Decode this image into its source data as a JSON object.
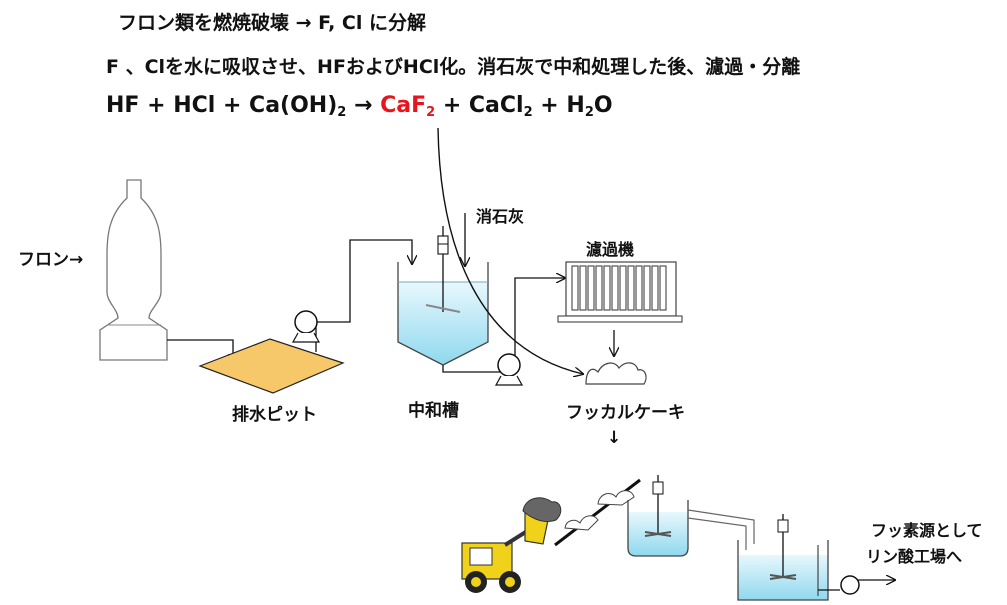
{
  "header": {
    "line1": "フロン類を燃焼破壊 → F, Cl  に分解",
    "line2": "F 、Clを水に吸収させ、HFおよびHCl化。消石灰で中和処理した後、濾過・分離",
    "eq": {
      "t1": "HF + HCl + Ca(OH)",
      "s1": "2",
      "t2": " → ",
      "p1": "CaF",
      "s2": "2",
      "t3": " + CaCl",
      "s3": "2",
      "t4": " + H",
      "s4": "2",
      "t5": "O"
    }
  },
  "labels": {
    "freon": "フロン→",
    "drain_pit": "排水ピット",
    "slaked_lime": "消石灰",
    "filter": "濾過機",
    "neutral_tank": "中和槽",
    "cake": "フッカルケーキ",
    "arrow_down": "↓",
    "dest1": "フッ素源として",
    "dest2": "リン酸工場へ"
  },
  "colors": {
    "highlight": "#e8141b",
    "water": "#bde9f5",
    "pit": "#f7c86a",
    "loader": "#f0d21a"
  }
}
